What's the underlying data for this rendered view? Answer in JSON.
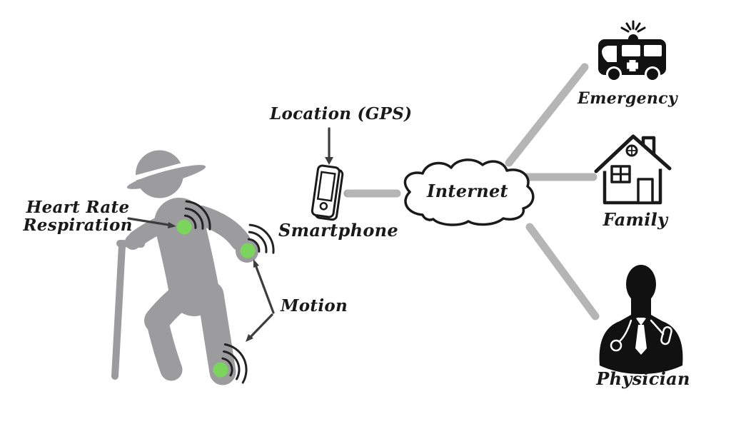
{
  "labels": {
    "heart_rate": "Heart Rate",
    "respiration": "Respiration",
    "motion": "Motion",
    "location_gps": "Location (GPS)",
    "smartphone": "Smartphone",
    "internet": "Internet",
    "emergency": "Emergency",
    "family": "Family",
    "physician": "Physician"
  },
  "icons": {
    "person": "elderly-person-with-cane-icon",
    "sensors": [
      "shoulder-sensor-dot",
      "wrist-sensor-dot",
      "ankle-sensor-dot"
    ],
    "signals": "wireless-signal-arcs",
    "phone": "smartphone-icon",
    "cloud": "internet-cloud-icon",
    "ambulance": "ambulance-icon",
    "house": "house-icon",
    "doctor": "physician-silhouette-icon"
  },
  "colors": {
    "figure_gray": "#9c9c9e",
    "sensor_green": "#7bd45c",
    "connector_gray": "#b5b5b5",
    "ink": "#1a1a1a",
    "background": "#ffffff"
  }
}
